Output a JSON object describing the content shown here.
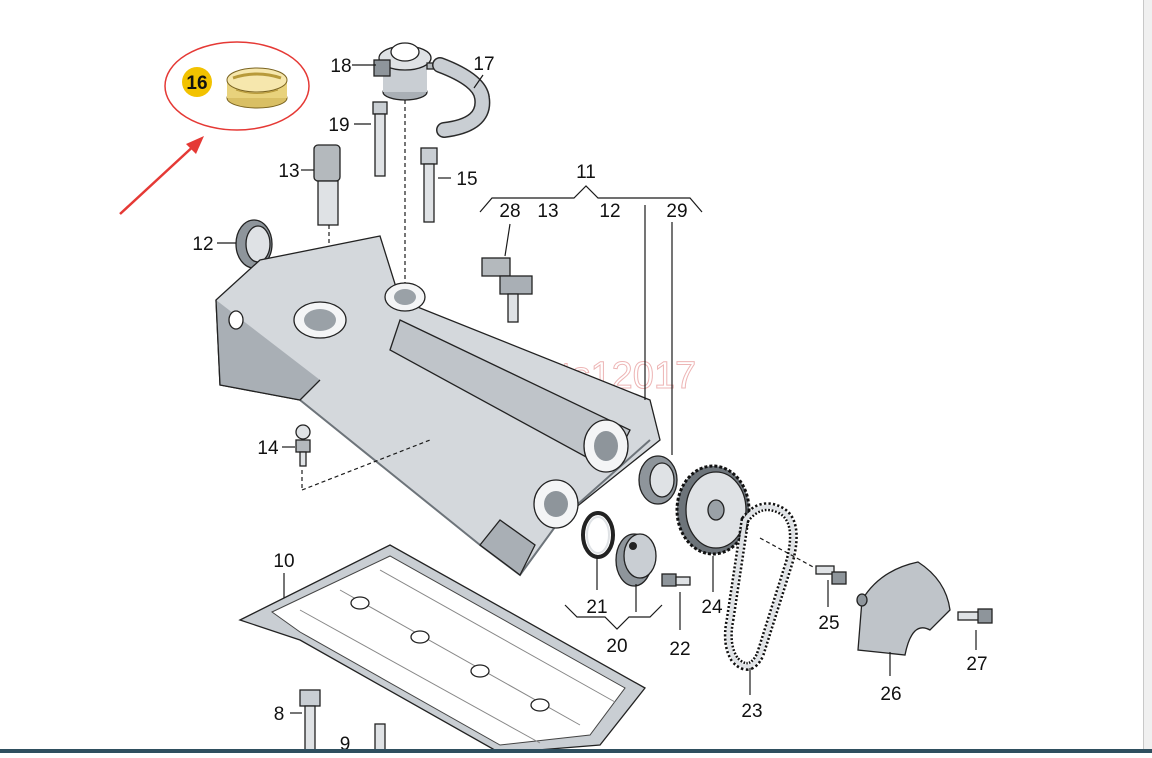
{
  "watermark": "autoparts12017",
  "labels": {
    "p8": "8",
    "p9": "9",
    "p10": "10",
    "p11": "11",
    "p12a": "12",
    "p12b": "12",
    "p13a": "13",
    "p13b": "13",
    "p14": "14",
    "p15": "15",
    "p16": "16",
    "p17": "17",
    "p18": "18",
    "p19": "19",
    "p20": "20",
    "p21": "21",
    "p22": "22",
    "p23": "23",
    "p24": "24",
    "p25": "25",
    "p26": "26",
    "p27": "27",
    "p28": "28",
    "p29": "29"
  },
  "colors": {
    "highlight_badge": "#f2c200",
    "highlight_circle": "#e53935",
    "arrow": "#e53935",
    "part_fill": "#d4d8dc",
    "part_shade": "#a9afb5",
    "cap_fill": "#f1dc93"
  }
}
